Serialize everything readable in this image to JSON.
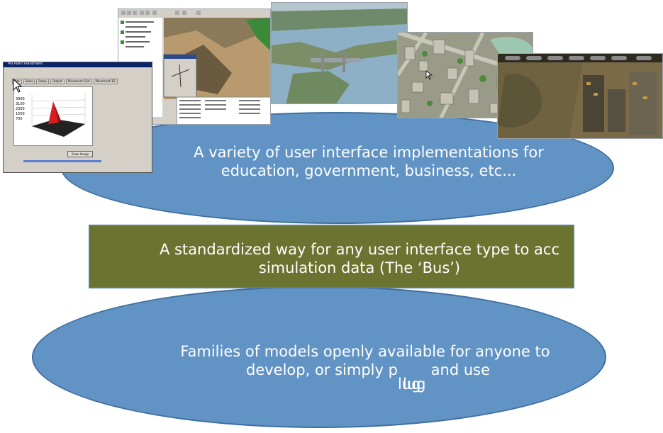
{
  "top_ellipse": {
    "line1": "A variety of user interface implementations for",
    "line2": "education, government, business, etc..."
  },
  "bus": {
    "line1": "A standardized way for any user interface type to acc",
    "line2": "simulation data (The ‘Bus’)"
  },
  "bottom_ellipse": {
    "line1": "Families of models openly available for anyone to",
    "line2_part1": "develop, or simply p",
    "overlap_a": "lug",
    "overlap_b": "lug",
    "line2_part2": "and use"
  },
  "screenshot_1": {
    "title": "Mil Plant Placement",
    "tabs": [
      "Plot",
      "Sales",
      "Setup",
      "Output",
      "Placement Grid",
      "Placement 3D"
    ],
    "chart_ticks": [
      "3900",
      "3100",
      "2300",
      "1500",
      "700"
    ],
    "button": "Draw Image"
  },
  "screenshot_2": {
    "dialog_title": "Node properties"
  },
  "colors": {
    "ellipse": "#6293c5",
    "bus_box": "#6b7330"
  }
}
